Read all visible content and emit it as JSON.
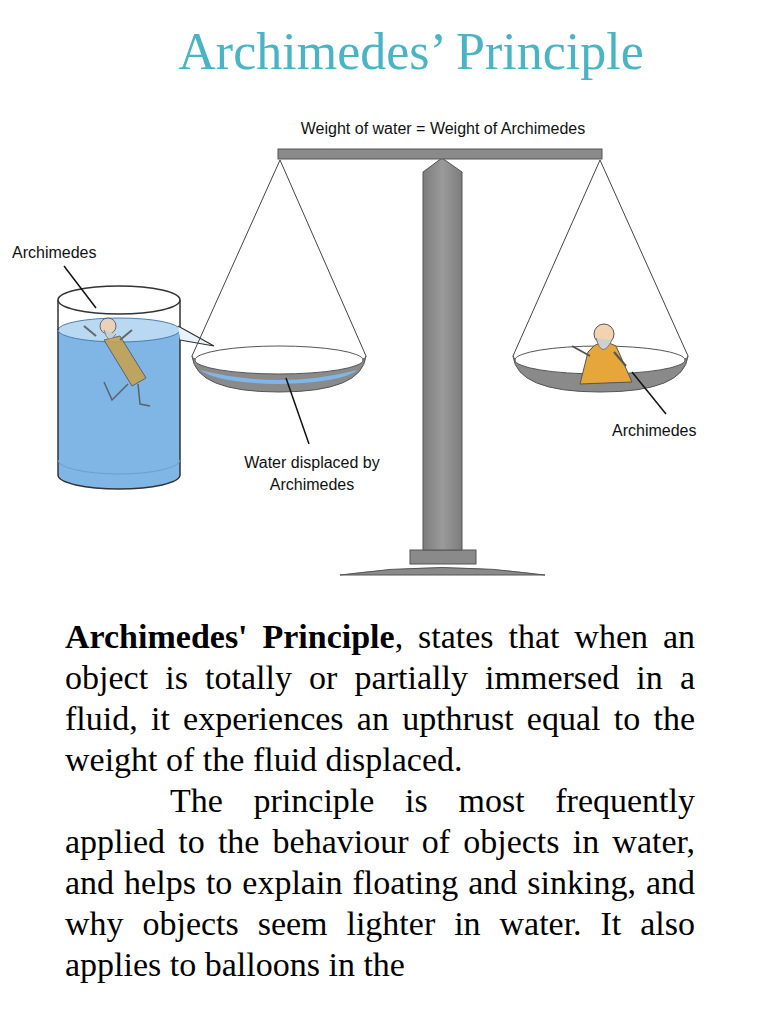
{
  "diagram": {
    "title": "Archimedes’ Principle",
    "labels": [
      "Weight of water = Weight of Archimedes",
      "Archimedes",
      "Water displaced by Archimedes",
      "Archimedes",
      "Archimedes' Principle",
      ", states that when an object is totally or partially immersed in a fluid, it experiences an upthrust equal to the weight of the fluid displaced.",
      "The principle is most frequently applied to the behaviour of objects in water, and helps to explain floating and sinking, and why objects seem lighter in water. It also applies to balloons in the"
    ]
  }
}
